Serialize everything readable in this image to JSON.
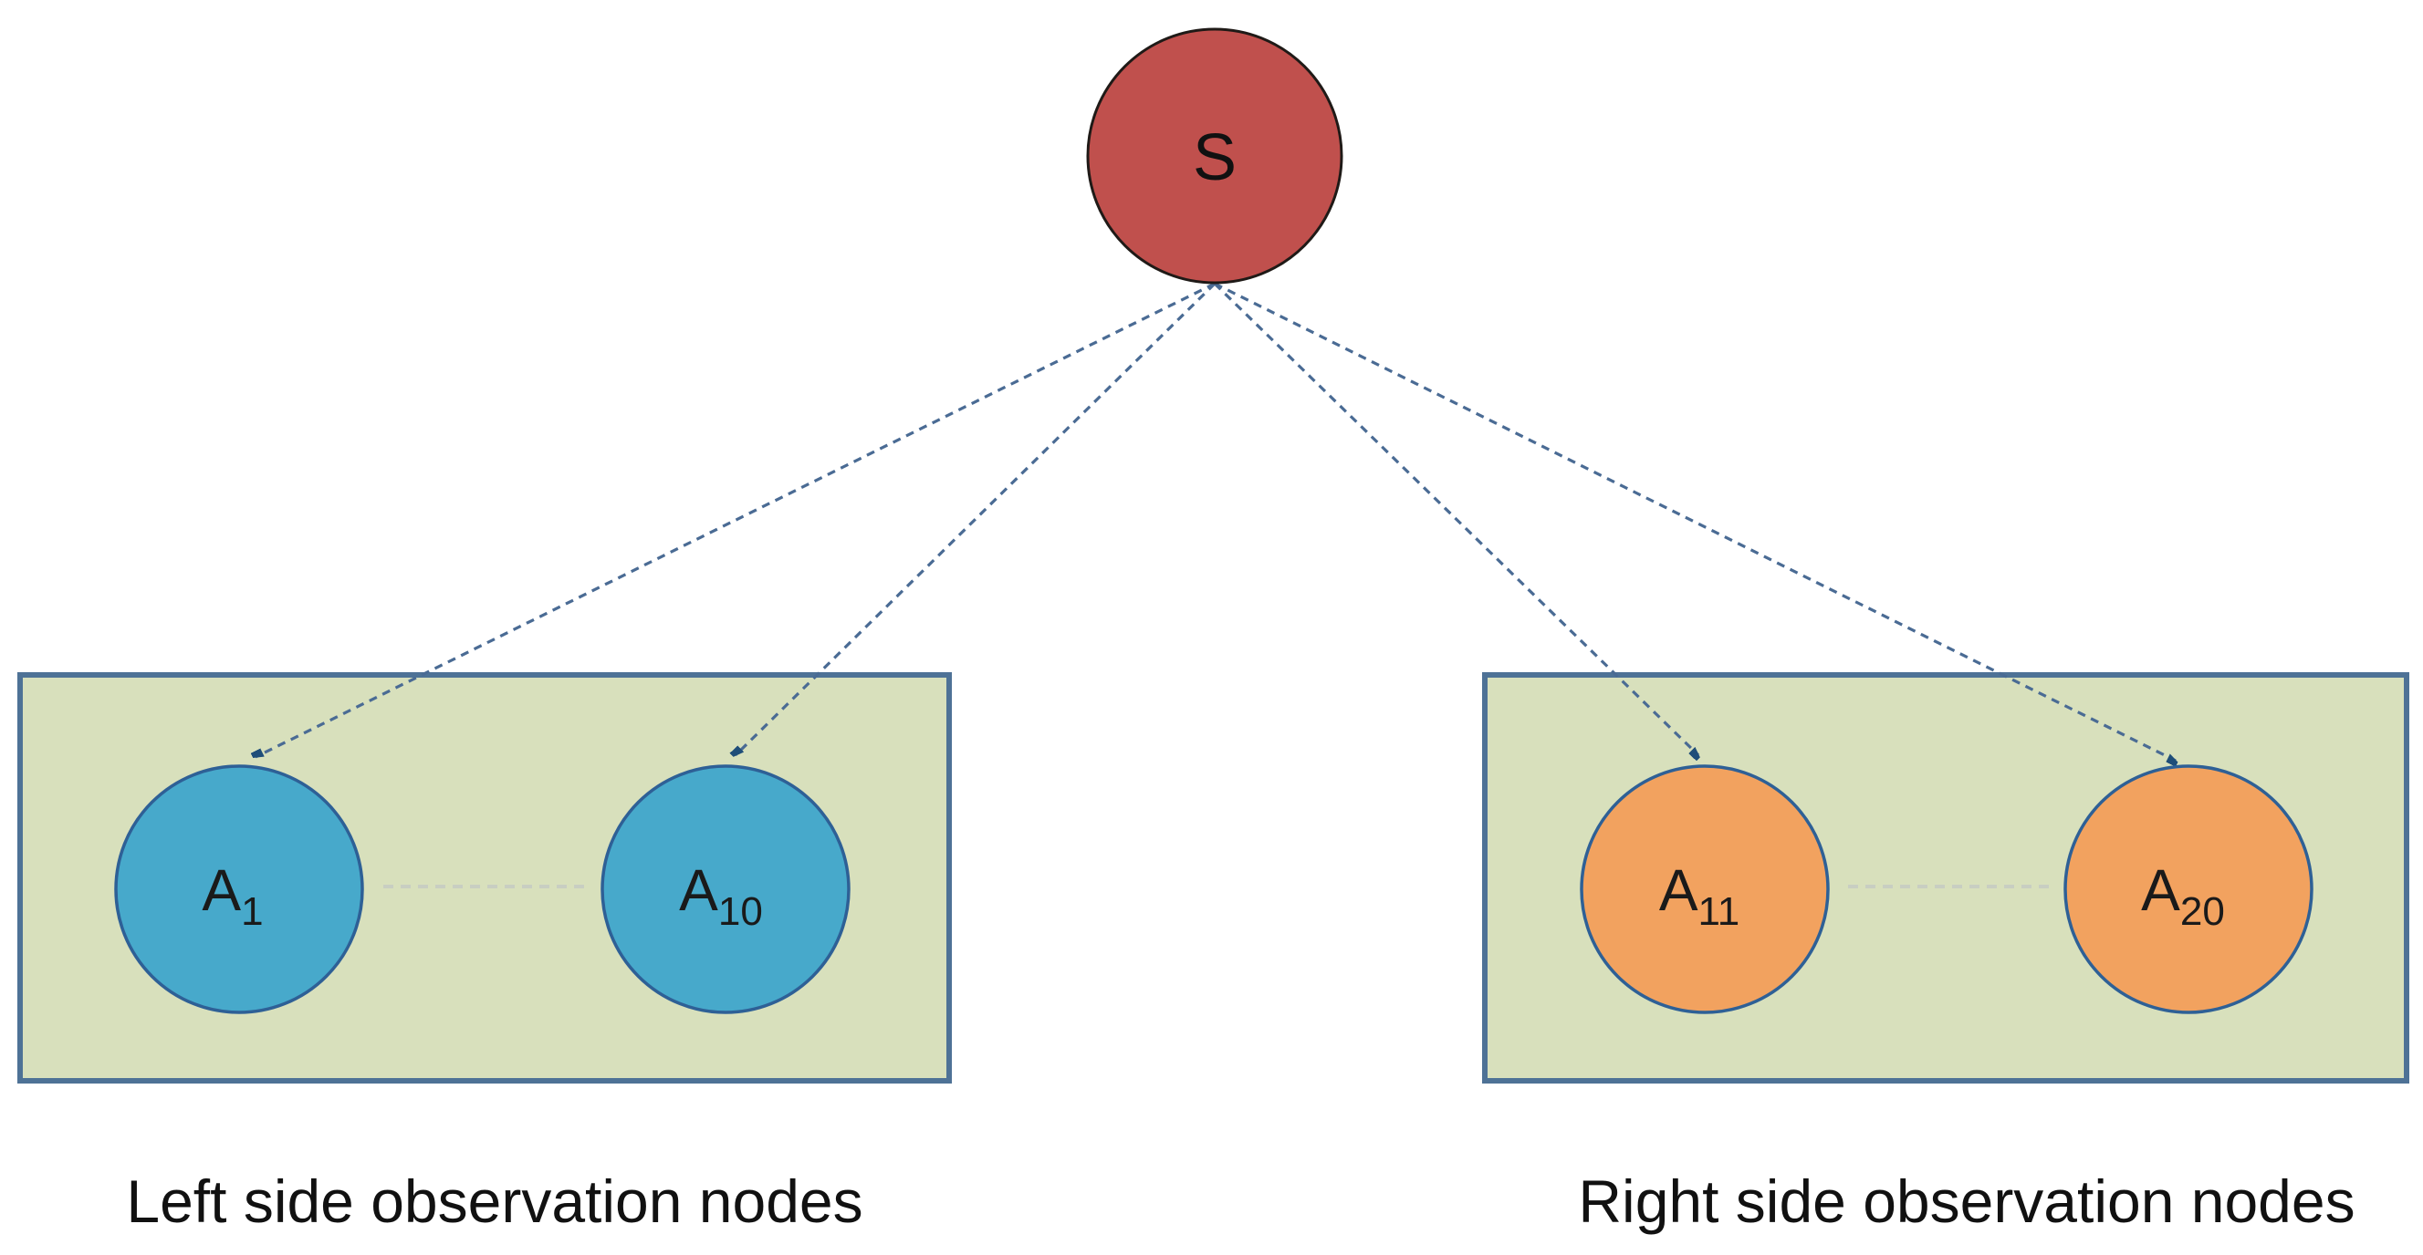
{
  "diagram": {
    "root_node": {
      "label": "S"
    },
    "groups": {
      "left": {
        "caption": "Left side observation nodes",
        "nodes": [
          {
            "base": "A",
            "sub": "1"
          },
          {
            "base": "A",
            "sub": "10"
          }
        ]
      },
      "right": {
        "caption": "Right side observation nodes",
        "nodes": [
          {
            "base": "A",
            "sub": "11"
          },
          {
            "base": "A",
            "sub": "20"
          }
        ]
      }
    },
    "colors": {
      "root_node_fill": "#c0504d",
      "root_node_border": "#1f1a17",
      "left_node_fill": "#47a9cb",
      "right_node_fill": "#f2a25f",
      "node_border": "#2e6096",
      "group_box_fill": "#d8e0bc",
      "group_box_border": "#4e7296",
      "edge_color": "#4a6b94",
      "arrowhead_color": "#1f4e79",
      "inner_connector_color": "#c8cec2",
      "text_color": "#1a1a1a",
      "background": "#ffffff"
    }
  }
}
